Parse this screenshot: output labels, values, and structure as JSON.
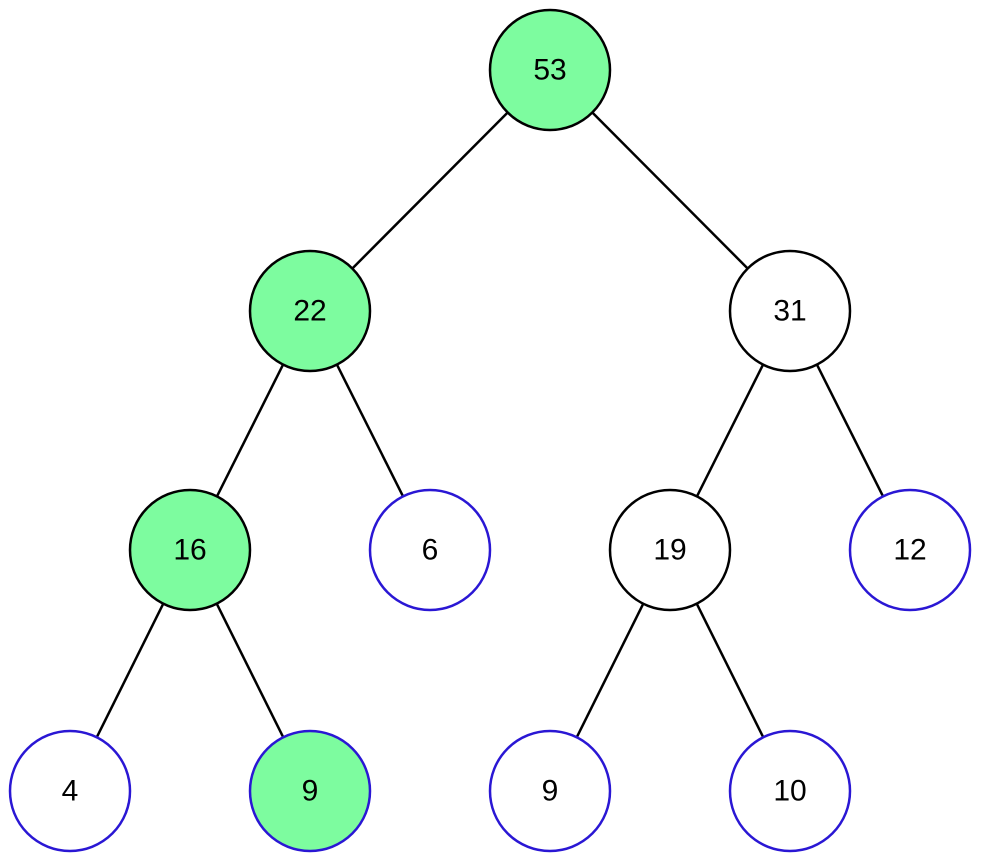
{
  "colors": {
    "highlight_fill": "#7dfc9f",
    "default_fill": "#ffffff",
    "internal_stroke": "#000000",
    "leaf_stroke": "#2a17d4"
  },
  "tree": {
    "nodes": [
      {
        "id": "n53",
        "value": "53",
        "highlighted": true,
        "leaf": false
      },
      {
        "id": "n22",
        "value": "22",
        "highlighted": true,
        "leaf": false
      },
      {
        "id": "n31",
        "value": "31",
        "highlighted": false,
        "leaf": false
      },
      {
        "id": "n16",
        "value": "16",
        "highlighted": true,
        "leaf": false
      },
      {
        "id": "n6",
        "value": "6",
        "highlighted": false,
        "leaf": true
      },
      {
        "id": "n19",
        "value": "19",
        "highlighted": false,
        "leaf": false
      },
      {
        "id": "n12",
        "value": "12",
        "highlighted": false,
        "leaf": true
      },
      {
        "id": "n4",
        "value": "4",
        "highlighted": false,
        "leaf": true
      },
      {
        "id": "n9a",
        "value": "9",
        "highlighted": true,
        "leaf": true
      },
      {
        "id": "n9b",
        "value": "9",
        "highlighted": false,
        "leaf": true
      },
      {
        "id": "n10",
        "value": "10",
        "highlighted": false,
        "leaf": true
      }
    ],
    "edges": [
      {
        "from": "n53",
        "to": "n22"
      },
      {
        "from": "n53",
        "to": "n31"
      },
      {
        "from": "n22",
        "to": "n16"
      },
      {
        "from": "n22",
        "to": "n6"
      },
      {
        "from": "n31",
        "to": "n19"
      },
      {
        "from": "n31",
        "to": "n12"
      },
      {
        "from": "n16",
        "to": "n4"
      },
      {
        "from": "n16",
        "to": "n9a"
      },
      {
        "from": "n19",
        "to": "n9b"
      },
      {
        "from": "n19",
        "to": "n10"
      }
    ]
  }
}
